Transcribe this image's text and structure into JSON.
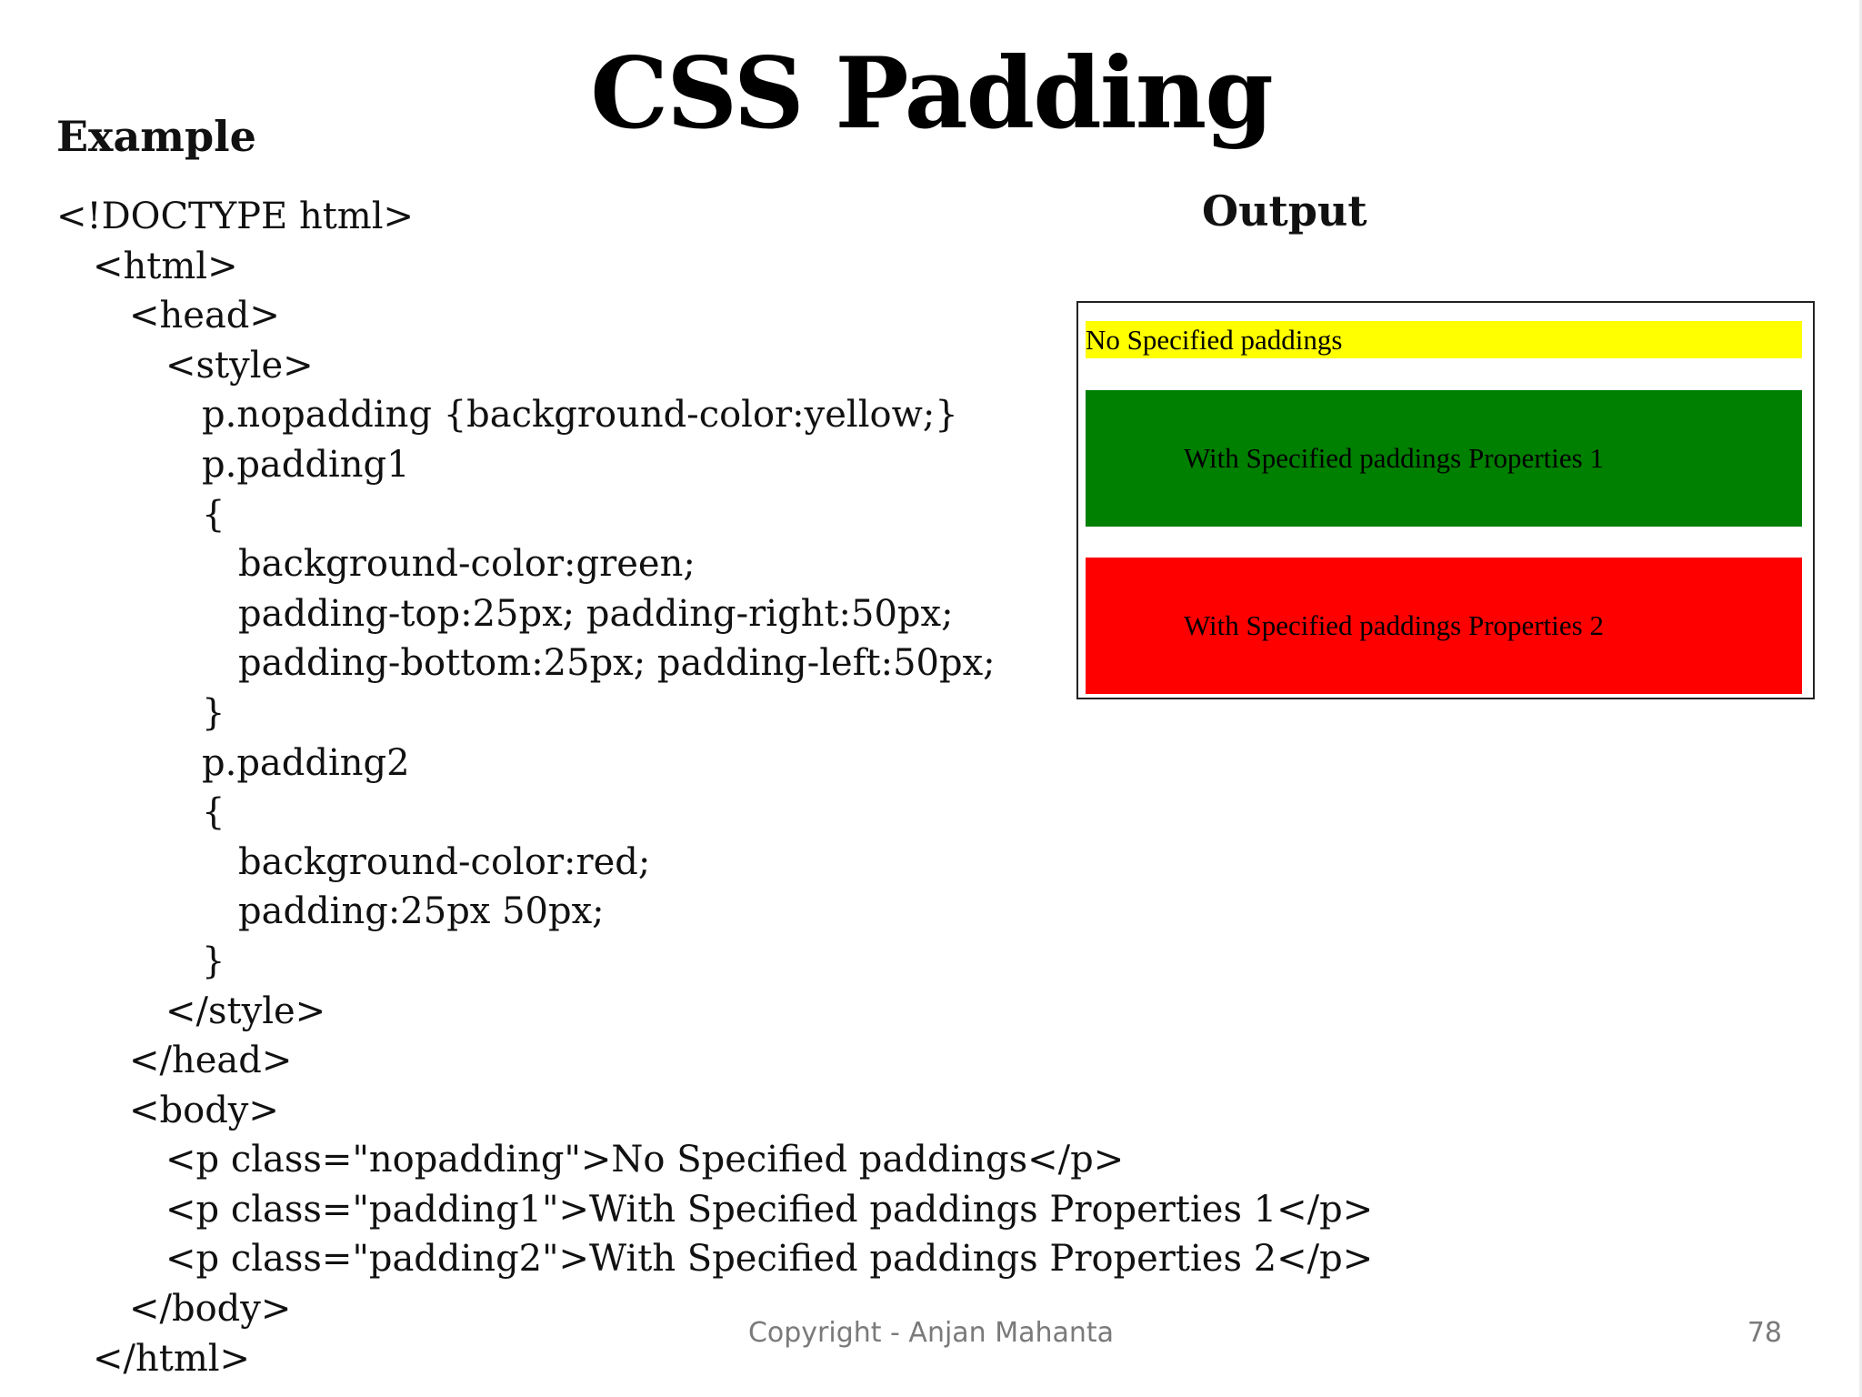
{
  "slide": {
    "title": "CSS Padding",
    "example_heading": "Example",
    "output_heading": "Output"
  },
  "code_lines": [
    {
      "indent": 0,
      "text": "<!DOCTYPE html>"
    },
    {
      "indent": 1,
      "text": "<html>"
    },
    {
      "indent": 2,
      "text": "<head>"
    },
    {
      "indent": 3,
      "text": "<style>"
    },
    {
      "indent": 4,
      "text": "p.nopadding {background-color:yellow;}"
    },
    {
      "indent": 4,
      "text": "p.padding1"
    },
    {
      "indent": 4,
      "text": "{"
    },
    {
      "indent": 5,
      "text": "background-color:green;"
    },
    {
      "indent": 5,
      "text": "padding-top:25px; padding-right:50px;"
    },
    {
      "indent": 5,
      "text": "padding-bottom:25px; padding-left:50px;"
    },
    {
      "indent": 4,
      "text": "}"
    },
    {
      "indent": 4,
      "text": "p.padding2"
    },
    {
      "indent": 4,
      "text": "{"
    },
    {
      "indent": 5,
      "text": "background-color:red;"
    },
    {
      "indent": 5,
      "text": "padding:25px 50px;"
    },
    {
      "indent": 4,
      "text": "}"
    },
    {
      "indent": 3,
      "text": "</style>"
    },
    {
      "indent": 2,
      "text": "</head>"
    },
    {
      "indent": 2,
      "text": "<body>"
    },
    {
      "indent": 3,
      "text": "<p class=\"nopadding\">No Specified paddings</p>"
    },
    {
      "indent": 3,
      "text": "<p class=\"padding1\">With Specified paddings Properties 1</p>"
    },
    {
      "indent": 3,
      "text": "<p class=\"padding2\">With Specified paddings Properties 2</p>"
    },
    {
      "indent": 2,
      "text": "</body>"
    },
    {
      "indent": 1,
      "text": "</html>"
    }
  ],
  "output": {
    "nopadding_text": "No Specified paddings",
    "padding1_text": "With Specified paddings Properties 1",
    "padding2_text": "With Specified paddings Properties 2",
    "colors": {
      "nopadding_bg": "#ffff00",
      "padding1_bg": "#008000",
      "padding2_bg": "#ff0000"
    }
  },
  "footer": {
    "copyright": "Copyright - Anjan Mahanta",
    "page_number": "78"
  }
}
